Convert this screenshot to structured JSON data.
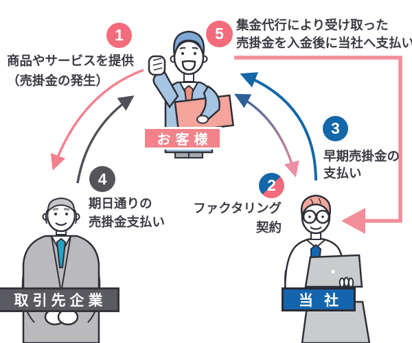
{
  "palette": {
    "badge_pink": "#F26C7C",
    "badge_blue": "#1467A8",
    "badge_dark_gray": "#54545A",
    "text_color": "#3B3B44",
    "arrow_pink": "#F4808D",
    "arrow_gray": "#4F4F57",
    "arrow_blue": "#1467A8",
    "arrow_thick_pink": "#F28E99",
    "customer_plate": "#F2828B",
    "client_plate": "#5A5A61",
    "company_plate": "#1565AE"
  },
  "actors": {
    "customer": {
      "label": "お客様"
    },
    "client": {
      "label": "取引先企業"
    },
    "company": {
      "label": "当社"
    }
  },
  "steps": [
    {
      "number": "1",
      "lines": [
        "商品やサービスを提供",
        "（売掛金の発生）"
      ]
    },
    {
      "number": "2",
      "lines": [
        "ファクタリング",
        "契約"
      ]
    },
    {
      "number": "3",
      "lines": [
        "早期売掛金の",
        "支払い"
      ]
    },
    {
      "number": "4",
      "lines": [
        "期日通りの",
        "売掛金支払い"
      ]
    },
    {
      "number": "5",
      "lines": [
        "集金代行により受け取った",
        "売掛金を入金後に当社へ支払い"
      ]
    }
  ]
}
